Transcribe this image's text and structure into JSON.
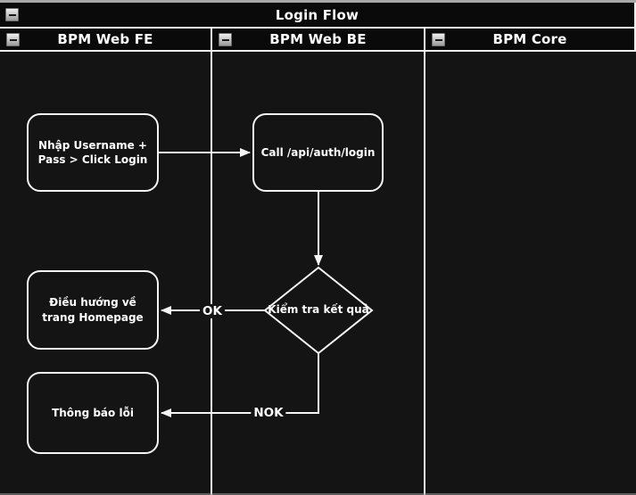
{
  "pool": {
    "title": "Login Flow",
    "lanes": [
      {
        "label": "BPM Web FE"
      },
      {
        "label": "BPM Web BE"
      },
      {
        "label": "BPM Core"
      }
    ]
  },
  "nodes": {
    "fe_input": "Nhập Username + Pass > Click Login",
    "be_call": "Call /api/auth/login",
    "decision": "Kiểm tra kết quả",
    "fe_home": "Điều hướng về trang Homepage",
    "fe_error": "Thông báo lỗi"
  },
  "edge_labels": {
    "ok": "OK",
    "nok": "NOK"
  },
  "colors": {
    "canvas_bg": "#141414",
    "header_bg": "#0a0a0a",
    "line": "#f5f5f5",
    "node_border": "#f5f5f5",
    "text": "#ffffff",
    "outer_frame": "#a8a8a8"
  }
}
